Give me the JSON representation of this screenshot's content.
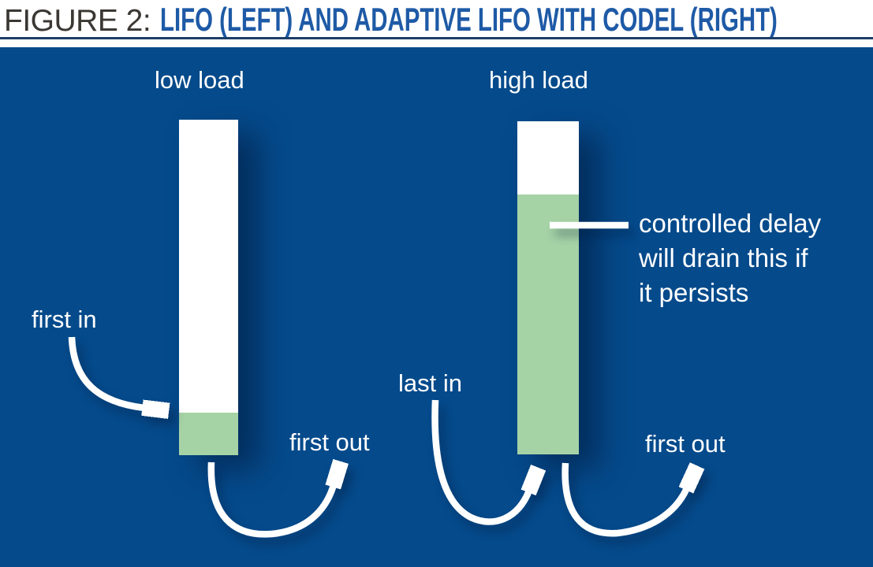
{
  "figure": {
    "label": "FIGURE 2:",
    "title": "LIFO (LEFT) AND ADAPTIVE LIFO WITH CODEL (RIGHT)"
  },
  "colors": {
    "panel_blue": "#054a8b",
    "queue_green": "#a6d3a6",
    "bar_white": "#ffffff",
    "title_blue": "#1e5aa6",
    "figure_label_dark": "#3b3733",
    "label_text": "#ffffff"
  },
  "left_queue": {
    "load_label": "low load",
    "in_label": "first in",
    "out_label": "first out",
    "fill_percent": 13
  },
  "right_queue": {
    "load_label": "high load",
    "in_label": "last in",
    "out_label": "first out",
    "fill_percent": 78,
    "annotation_lines": [
      "controlled delay",
      "will drain this if",
      "it persists"
    ]
  }
}
